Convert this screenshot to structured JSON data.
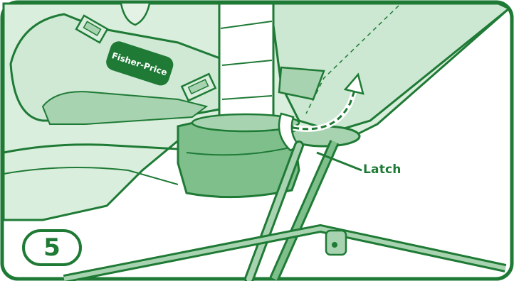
{
  "figure": {
    "step_number": "5",
    "callout_label": "Latch",
    "brand_logo_text": "Fisher-Price",
    "colors": {
      "outline": "#1e7a35",
      "light_fill": "#d9eedc",
      "mid_fill": "#a8d3b0",
      "dark_fill": "#7fbf8c",
      "background": "#ffffff"
    },
    "icons": [
      "curved-arrow-icon",
      "latch-pointer-line"
    ]
  }
}
